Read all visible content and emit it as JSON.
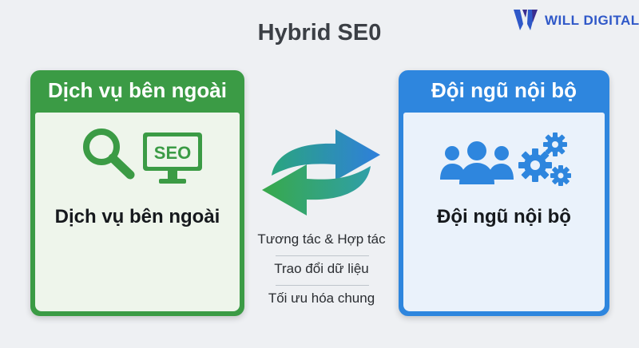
{
  "title": "Hybrid SE0",
  "brand": {
    "name": "WILL DIGITAL",
    "color": "#2f58c8",
    "icon": "will-digital-logo"
  },
  "left_card": {
    "header": "Dịch vụ bên ngoài",
    "label": "Dịch vụ bên ngoài",
    "color": "#3b9b45",
    "icons": [
      "magnifier-icon",
      "seo-monitor-icon"
    ],
    "monitor_text": "SEO"
  },
  "right_card": {
    "header": "Đội ngũ nội bộ",
    "label": "Đội ngũ nội bộ",
    "color": "#2e86de",
    "icons": [
      "team-icon",
      "gears-icon"
    ]
  },
  "exchange": {
    "icon": "two-way-arrows-icon",
    "items": [
      "Tương tác & Hợp tác",
      "Trao đổi dữ liệu",
      "Tối ưu hóa chung"
    ]
  }
}
